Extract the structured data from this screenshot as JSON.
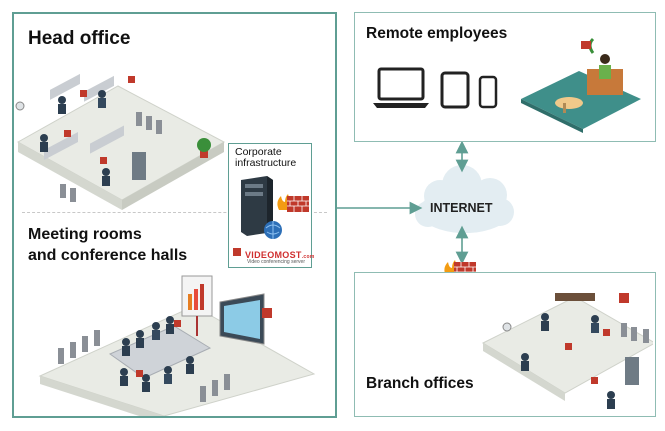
{
  "head_office": {
    "title": "Head office"
  },
  "meeting_rooms": {
    "title_line1": "Meeting rooms",
    "title_line2": "and conference halls"
  },
  "infrastructure": {
    "title_line1": "Corporate",
    "title_line2": "infrastructure",
    "logo_text": "VIDEOMOST",
    "logo_suffix": ".com",
    "logo_subtitle": "Video conferencing server"
  },
  "internet": {
    "label": "INTERNET"
  },
  "remote": {
    "title": "Remote employees"
  },
  "branch": {
    "title": "Branch offices"
  },
  "colors": {
    "panel_border": "#5f9e93",
    "link_arrow": "#5f9e93",
    "cloud": "#e3edf2",
    "firewall_red": "#c0392b",
    "floor": "#e9ebe5"
  }
}
